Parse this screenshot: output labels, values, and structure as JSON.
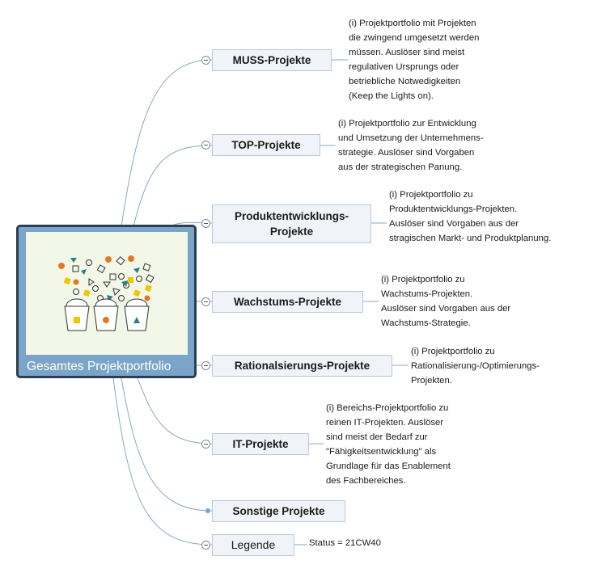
{
  "root": {
    "label": "Gesamtes Projektportfolio"
  },
  "topics": [
    {
      "label": "MUSS-Projekte",
      "note": "(i) Projektportfolio mit Projekten\ndie zwingend umgesetzt werden\nmüssen. Auslöser sind meist\nregulativen Ursprungs oder\nbetriebliche Notwedigkeiten\n(Keep the Lights on)."
    },
    {
      "label": "TOP-Projekte",
      "note": "(i) Projektportfolio zur Entwicklung\nund Umsetzung der Unternehmens-\nstrategie. Auslöser sind Vorgaben\naus der strategischen Panung."
    },
    {
      "label": "Produktentwicklungs-\nProjekte",
      "note": "(i) Projektportfolio zu\nProduktentwicklungs-Projekten.\nAuslöser sind Vorgaben aus der\nstragischen Markt- und Produktplanung."
    },
    {
      "label": "Wachstums-Projekte",
      "note": "(i) Projektportfolio zu\nWachstums-Projekten.\nAuslöser sind Vorgaben aus der\nWachstums-Strategie."
    },
    {
      "label": "Rationalsierungs-Projekte",
      "note": "(i) Projektportfolio zu\nRationalisierung-/Optimierungs-\nProjekten."
    },
    {
      "label": "IT-Projekte",
      "note": "(i) Bereichs-Projektportfolio zu\nreinen IT-Projekten. Auslöser\nsind meist der Bedarf zur\n\"Fähigkeitsentwicklung\" als\nGrundlage für das Enablement\ndes Fachbereiches."
    },
    {
      "label": "Sonstige Projekte"
    },
    {
      "label": "Legende",
      "note": "Status = 21CW40"
    }
  ],
  "colors": {
    "root_fill": "#7aa5c8",
    "root_border": "#2d3e50",
    "connector": "#8aa9c4",
    "topic_fill": "#f0f4f8"
  }
}
